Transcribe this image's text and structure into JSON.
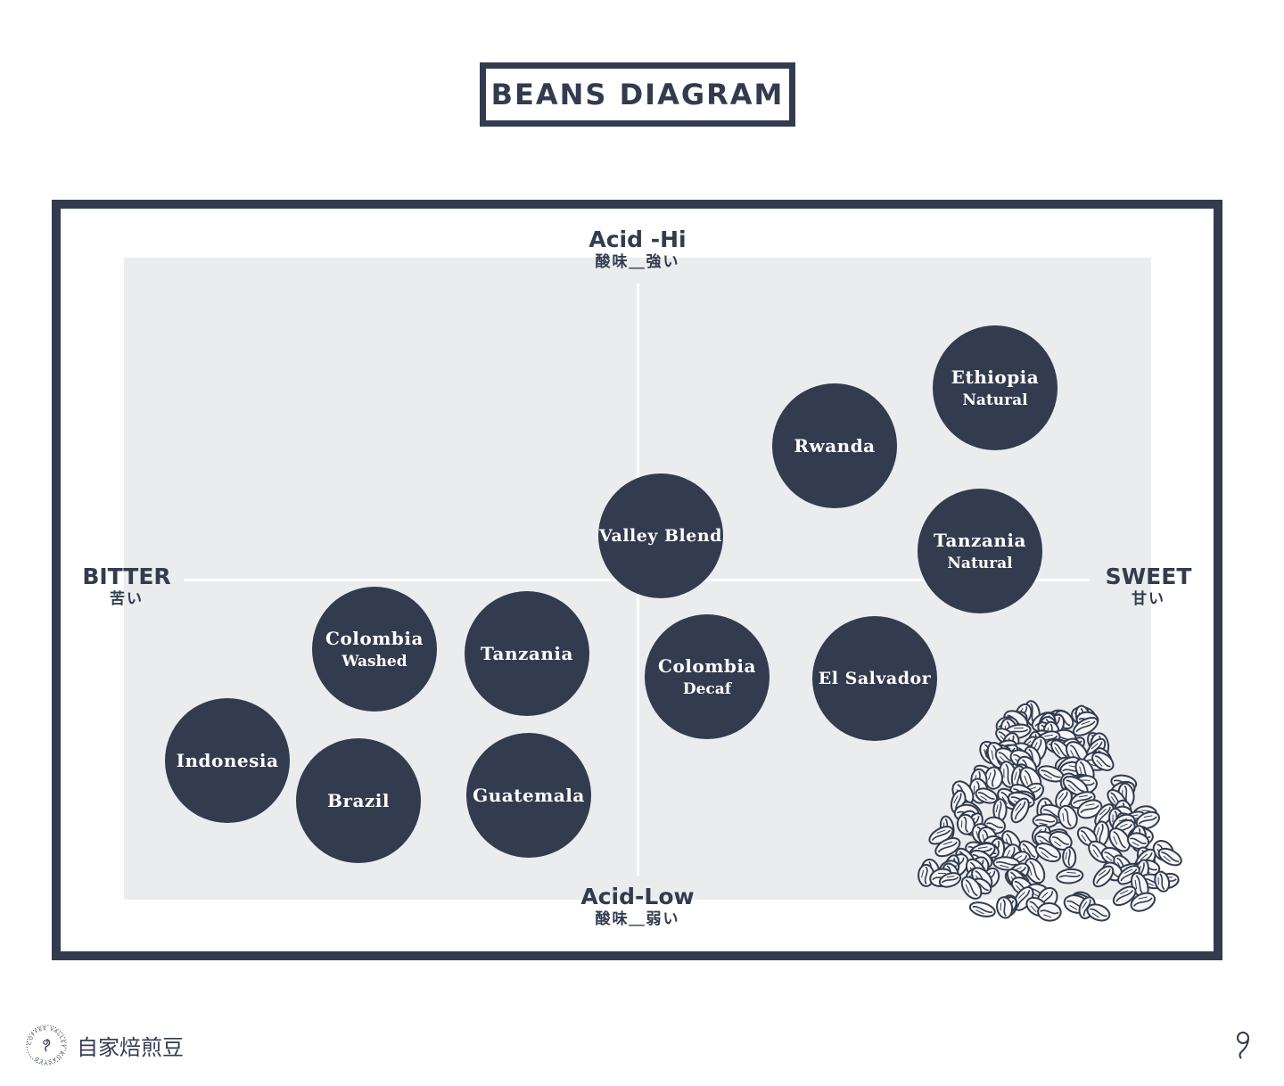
{
  "title": "BEANS DIAGRAM",
  "axes": {
    "top": {
      "en": "Acid -Hi",
      "jp": "酸味＿強い"
    },
    "bottom": {
      "en": "Acid-Low",
      "jp": "酸味＿弱い"
    },
    "left": {
      "en": "BITTER",
      "jp": "苦い"
    },
    "right": {
      "en": "SWEET",
      "jp": "甘い"
    }
  },
  "beans": [
    {
      "name": "Ethiopia",
      "process": "Natural"
    },
    {
      "name": "Rwanda",
      "process": ""
    },
    {
      "name": "Valley Blend",
      "process": ""
    },
    {
      "name": "Tanzania",
      "process": "Natural"
    },
    {
      "name": "Colombia",
      "process": "Washed"
    },
    {
      "name": "Tanzania",
      "process": ""
    },
    {
      "name": "Colombia",
      "process": "Decaf"
    },
    {
      "name": "El Salvador",
      "process": ""
    },
    {
      "name": "Indonesia",
      "process": ""
    },
    {
      "name": "Brazil",
      "process": ""
    },
    {
      "name": "Guatemala",
      "process": ""
    }
  ],
  "footer": {
    "brand_text": "自家焙煎豆",
    "logo_ring_text": "COFFEE VALLEY ROASTED",
    "logo_icon": "coffee-valley-logo-icon",
    "mark_icon": "coffee-valley-mark-icon"
  },
  "colors": {
    "navy": "#333b4f",
    "plot_bg": "#ebecee",
    "white": "#ffffff"
  }
}
